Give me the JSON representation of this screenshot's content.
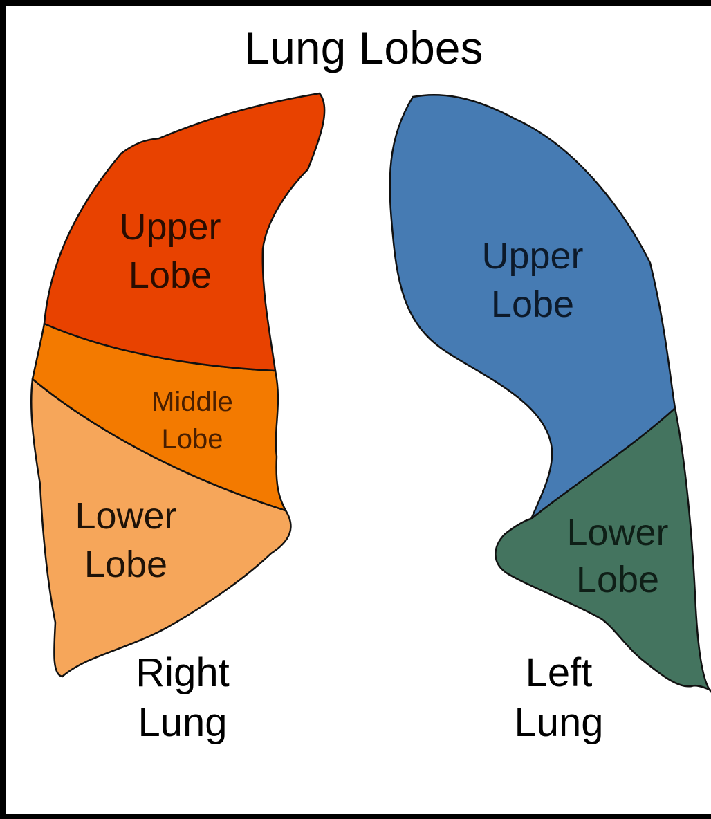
{
  "title": "Lung Lobes",
  "right_lung": {
    "name_line1": "Right",
    "name_line2": "Lung",
    "upper": {
      "line1": "Upper",
      "line2": "Lobe",
      "color": "#E84200"
    },
    "middle": {
      "line1": "Middle",
      "line2": "Lobe",
      "color": "#F37A00"
    },
    "lower": {
      "line1": "Lower",
      "line2": "Lobe",
      "color": "#F6A65A"
    }
  },
  "left_lung": {
    "name_line1": "Left",
    "name_line2": "Lung",
    "upper": {
      "line1": "Upper",
      "line2": "Lobe",
      "color": "#467BB3"
    },
    "lower": {
      "line1": "Lower",
      "line2": "Lobe",
      "color": "#44745F"
    }
  }
}
